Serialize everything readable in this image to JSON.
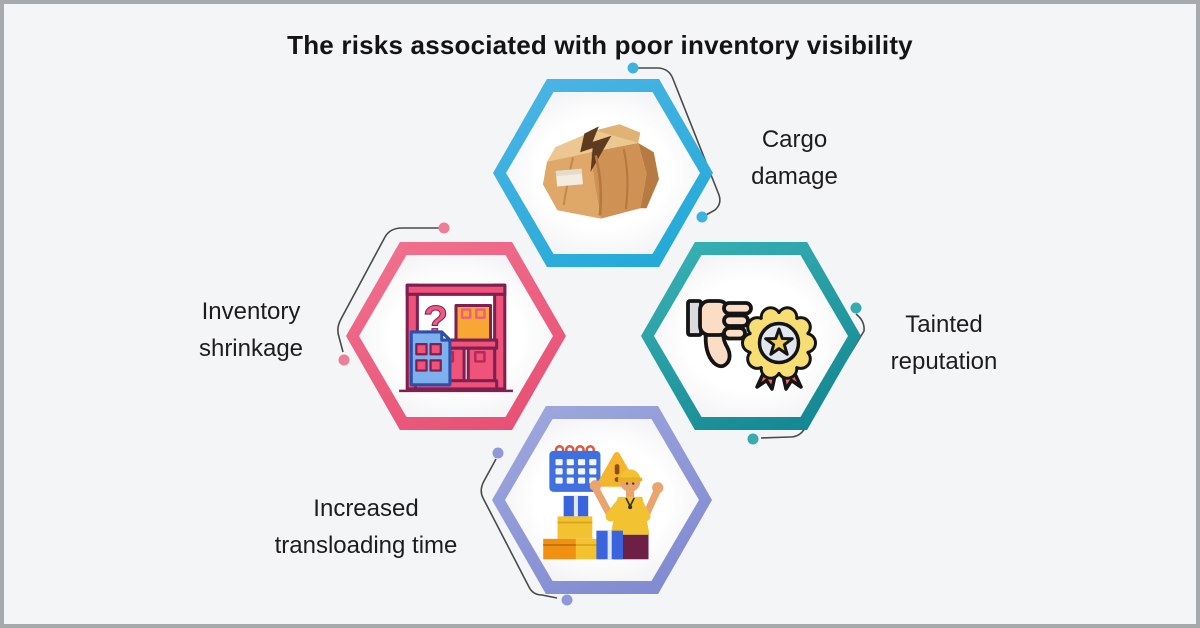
{
  "title": "The risks associated with poor inventory visibility",
  "frame": {
    "background_color": "#f4f5f7",
    "border_color": "#a7aaac"
  },
  "connectors": {
    "line_color": "#4a4a4a"
  },
  "items": [
    {
      "name": "cargo-damage",
      "label": "Cargo damage",
      "icon": "damaged-box-icon",
      "hex_gradient_from": "#4db5e6",
      "hex_gradient_to": "#1fa9d6",
      "dot_color": "#3db3e0"
    },
    {
      "name": "inventory-shrinkage",
      "label": "Inventory shrinkage",
      "icon": "warehouse-shelf-icon",
      "hex_gradient_from": "#f1738f",
      "hex_gradient_to": "#e64d72",
      "dot_color": "#ee7d97"
    },
    {
      "name": "tainted-reputation",
      "label": "Tainted reputation",
      "icon": "thumbs-down-medal-icon",
      "hex_gradient_from": "#3ab4b6",
      "hex_gradient_to": "#10838f",
      "dot_color": "#38abb0"
    },
    {
      "name": "increased-transloading-time",
      "label": "Increased transloading time",
      "icon": "worker-shrug-boxes-icon",
      "hex_gradient_from": "#a0a9de",
      "hex_gradient_to": "#7d88d0",
      "dot_color": "#8f99d9"
    }
  ]
}
